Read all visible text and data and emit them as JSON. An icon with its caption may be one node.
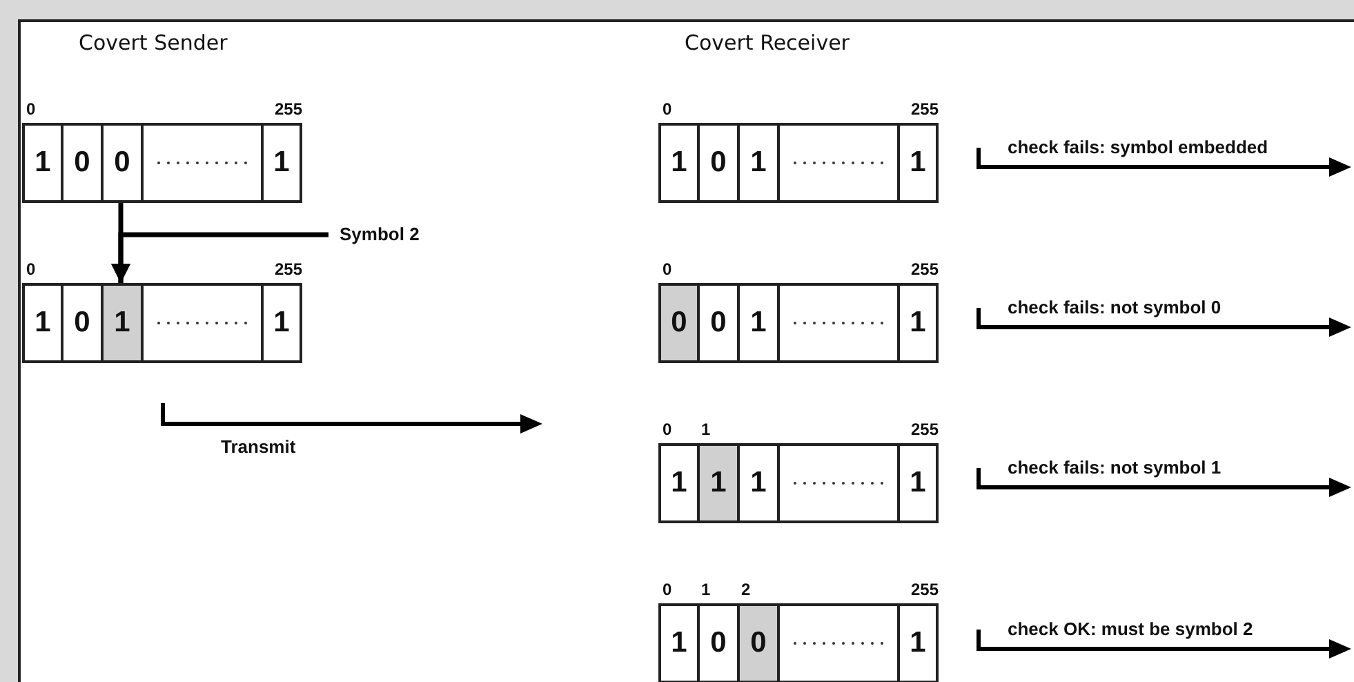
{
  "diagram": {
    "nodes": [
      {
        "text": [
          "1",
          "0",
          "0",
          "1"
        ],
        "beside": [
          "0",
          "255"
        ]
      },
      {
        "text": [
          "Symbol 2"
        ]
      },
      {
        "text": [
          "1",
          "0",
          "1",
          "1"
        ],
        "beside": [
          "0",
          "255"
        ]
      },
      {
        "text": [
          "1",
          "0",
          "1",
          "1"
        ],
        "beside": [
          "0",
          "255"
        ]
      },
      {
        "text": [
          "0",
          "0",
          "1",
          "1"
        ],
        "beside": [
          "0",
          "255"
        ]
      },
      {
        "text": [
          "1",
          "1",
          "1",
          "1"
        ],
        "beside": [
          "0",
          "1",
          "255"
        ]
      },
      {
        "text": [
          "1",
          "0",
          "0",
          "1"
        ],
        "beside": [
          "0",
          "1",
          "2",
          "255"
        ]
      }
    ],
    "edges": [
      {
        "from": 0,
        "to": 2,
        "arrow": "to"
      },
      {
        "from": 1,
        "to": 2,
        "arrow": "to"
      }
    ],
    "labels": [
      "Covert Sender",
      "Covert Receiver",
      "check fails: symbol embedded",
      "check fails: not symbol 0",
      "Transmit",
      "check fails: not symbol 1",
      "check OK: must be symbol 2"
    ]
  }
}
